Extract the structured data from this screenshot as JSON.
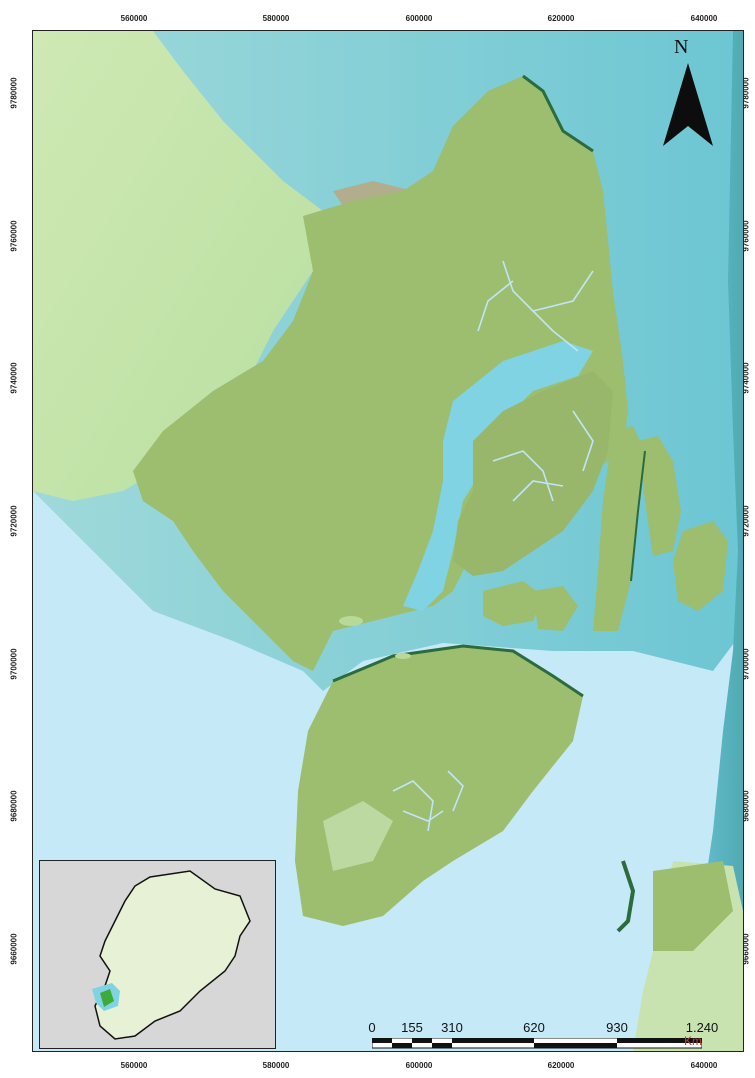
{
  "map": {
    "north_label": "N",
    "x_ticks": [
      "560000",
      "580000",
      "600000",
      "620000",
      "640000"
    ],
    "y_ticks": [
      "9780000",
      "9760000",
      "9740000",
      "9720000",
      "9700000",
      "9680000",
      "9660000"
    ],
    "scale": {
      "labels": [
        "0",
        "155",
        "310",
        "620",
        "930",
        "1.240"
      ],
      "unit": "Km"
    },
    "colors": {
      "ocean": "#7fd3e3",
      "sea_light": "#bfe6f7",
      "land_green": "#9dbd6f",
      "land_pale": "#cfe9b4",
      "mangrove_dark": "#2b6b3c",
      "hills": "#b2ad8c"
    },
    "inset": {
      "colors": {
        "country": "#e6f1d6",
        "background": "#d7d7d7",
        "study_area": "#3cab3c",
        "gulf": "#7fd3e3"
      }
    }
  }
}
